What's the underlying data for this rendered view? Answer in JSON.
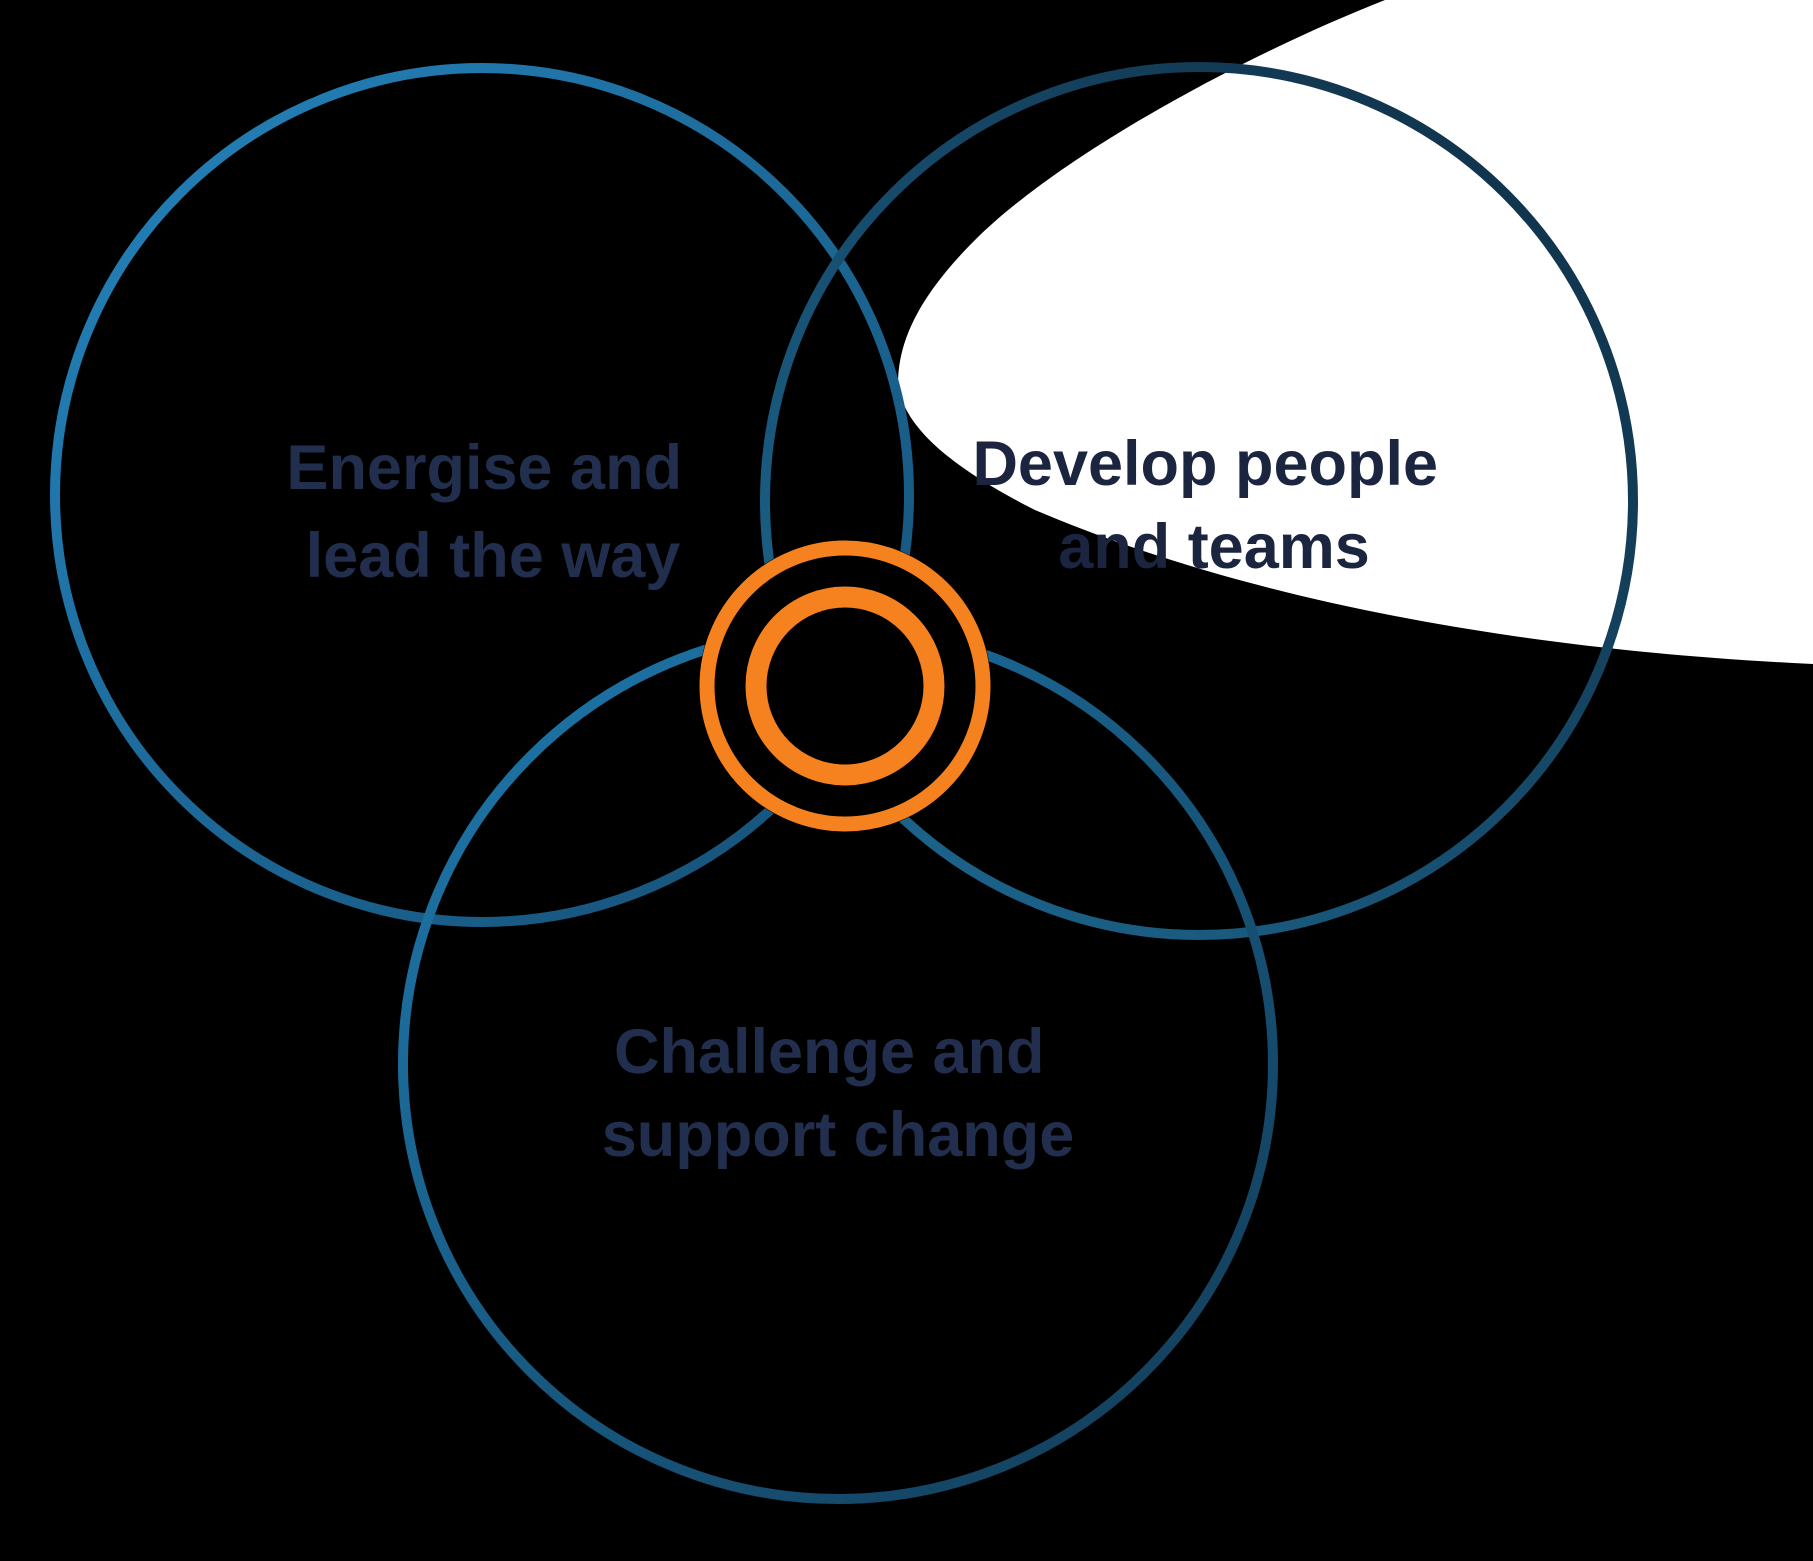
{
  "diagram": {
    "title": "Leadership behaviours venn diagram",
    "type": "venn-3-circles",
    "background_color": "#000000",
    "highlight_blob_color": "#ffffff",
    "center_icon": {
      "name": "bullseye-target",
      "ring_color": "#f5811f",
      "gap_color": "#000000"
    },
    "circles": [
      {
        "id": "energise",
        "label_line1": "Energise and",
        "label_line2": "lead the way",
        "stroke_from": "#2484bd",
        "stroke_to": "#154e74",
        "text_color": "#222e4d"
      },
      {
        "id": "develop",
        "label_line1": "Develop people",
        "label_line2": "and teams",
        "stroke_from": "#0f2c42",
        "stroke_to": "#1d6a94",
        "text_color": "#1b2540"
      },
      {
        "id": "challenge",
        "label_line1": "Challenge and",
        "label_line2": "support change",
        "stroke_from": "#1e79ae",
        "stroke_to": "#123a54",
        "text_color": "#222e4d"
      }
    ]
  }
}
